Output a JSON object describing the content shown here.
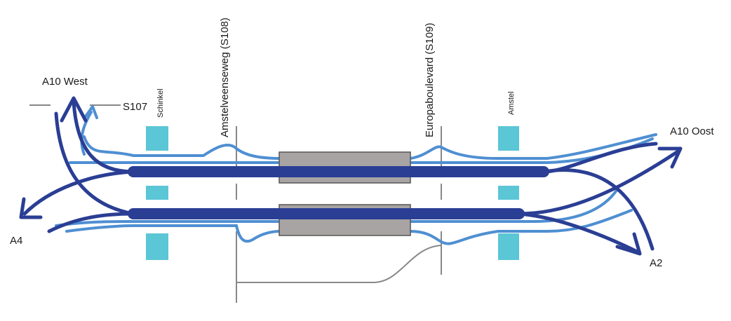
{
  "labels": {
    "a10_west": "A10  West",
    "a10_oost": "A10 Oost",
    "a4": "A4",
    "a2": "A2",
    "s107": "S107",
    "schinkel": "Schinkel",
    "amstelveenseweg": "Amstelveenseweg (S108)",
    "europaboulevard": "Europaboulevard (S109)",
    "amstel": "Amstel"
  },
  "colors": {
    "main_road": "#2a3e94",
    "ramp": "#4f8fd2",
    "bridge": "#5bc6d6",
    "tunnel_fill": "#a9a4a4",
    "tunnel_stroke": "#555555",
    "gray_line": "#888888"
  }
}
